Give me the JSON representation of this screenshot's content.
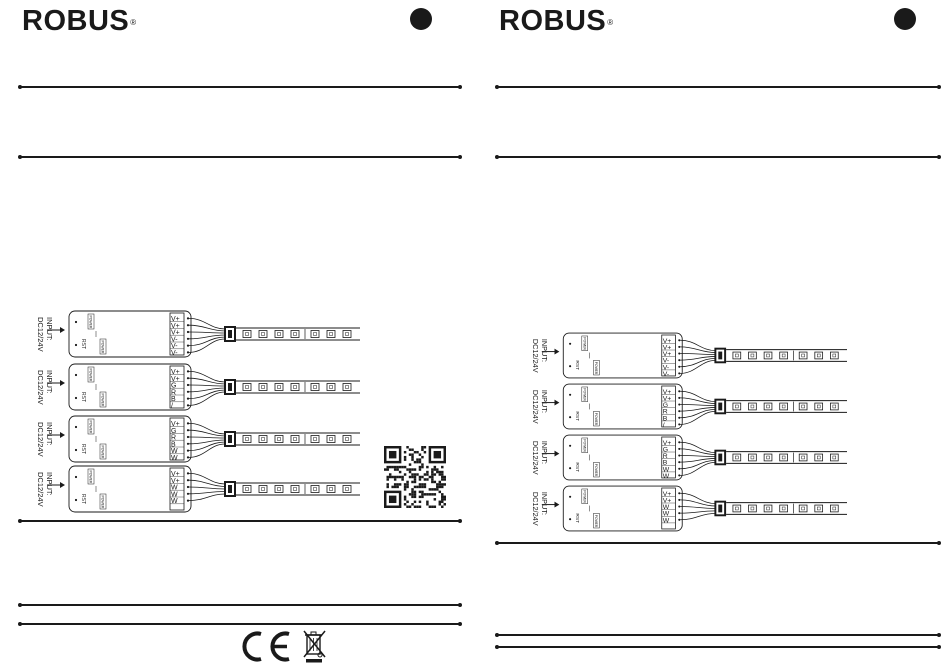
{
  "brand": {
    "name": "ROBUS",
    "registered": "®"
  },
  "wiring": {
    "input_line1": "INPUT:",
    "input_line2": "DC12/24V",
    "power_label": "POWER",
    "rst_label": "RST",
    "outputs": [
      {
        "id": "single",
        "terminals": [
          "V+",
          "V+",
          "V+",
          "V-",
          "V-",
          "V-"
        ]
      },
      {
        "id": "rgb",
        "terminals": [
          "V+",
          "V+",
          "G",
          "R",
          "B",
          "/"
        ]
      },
      {
        "id": "rgbw",
        "terminals": [
          "V+",
          "G",
          "R",
          "B",
          "W",
          "W"
        ]
      },
      {
        "id": "cct",
        "terminals": [
          "V+",
          "V+",
          "W",
          "W",
          "W",
          ""
        ]
      }
    ]
  },
  "compliance": {
    "ce": "CE"
  },
  "colors": {
    "ink": "#1a1a1a",
    "paper": "#ffffff"
  },
  "icons": {
    "qr": "qr-code-icon",
    "weee": "crossed-bin-icon",
    "ce": "ce-mark-icon"
  }
}
